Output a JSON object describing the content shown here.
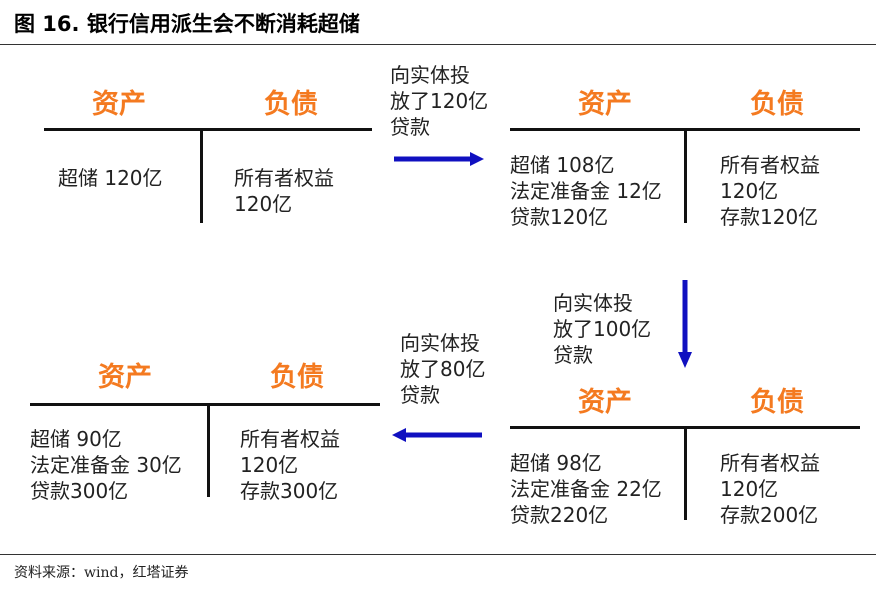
{
  "title": "图 16. 银行信用派生会不断消耗超储",
  "source": "资料来源：wind，红塔证券",
  "colors": {
    "header": "#f47a20",
    "arrow": "#1010c0",
    "text": "#222222"
  },
  "accounts": [
    {
      "asset_label": "资产",
      "liability_label": "负债",
      "assets": [
        "超储  120亿"
      ],
      "liabilities": [
        "所有者权益",
        "120亿"
      ]
    },
    {
      "asset_label": "资产",
      "liability_label": "负债",
      "assets": [
        "超储  108亿",
        "法定准备金 12亿",
        "贷款120亿"
      ],
      "liabilities": [
        "所有者权益",
        "120亿",
        "存款120亿"
      ]
    },
    {
      "asset_label": "资产",
      "liability_label": "负债",
      "assets": [
        "超储  98亿",
        "法定准备金 22亿",
        "贷款220亿"
      ],
      "liabilities": [
        "所有者权益",
        "120亿",
        "存款200亿"
      ]
    },
    {
      "asset_label": "资产",
      "liability_label": "负债",
      "assets": [
        "超储  90亿",
        "法定准备金 30亿",
        "贷款300亿"
      ],
      "liabilities": [
        "所有者权益",
        "120亿",
        "存款300亿"
      ]
    }
  ],
  "steps": [
    {
      "lines": [
        "向实体投",
        "放了120亿",
        "贷款"
      ]
    },
    {
      "lines": [
        "向实体投",
        "放了100亿",
        "贷款"
      ]
    },
    {
      "lines": [
        "向实体投",
        "放了80亿",
        "贷款"
      ]
    }
  ]
}
